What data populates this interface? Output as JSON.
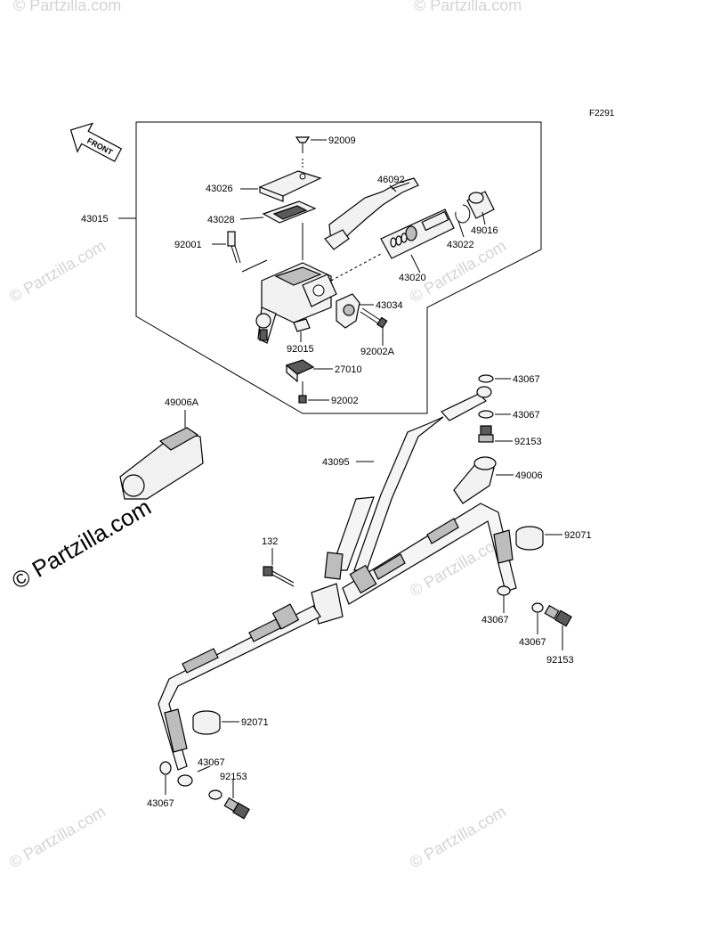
{
  "diagram": {
    "code": "F2291",
    "front_label": "FRONT",
    "watermark": "© Partzilla.com",
    "watermark_large": "© Partzilla.com",
    "part_labels": {
      "p92009": "92009",
      "p43026": "43026",
      "p46092": "46092",
      "p43015": "43015",
      "p43028": "43028",
      "p92001": "92001",
      "p49016": "49016",
      "p43022": "43022",
      "p43020": "43020",
      "p43034": "43034",
      "p92015": "92015",
      "p92002A": "92002A",
      "p27010": "27010",
      "p92002": "92002",
      "p49006A": "49006A",
      "p43067_a": "43067",
      "p43067_b": "43067",
      "p92153_a": "92153",
      "p43095": "43095",
      "p49006": "49006",
      "p132": "132",
      "p92071_a": "92071",
      "p43067_c": "43067",
      "p43067_d": "43067",
      "p92153_b": "92153",
      "p92071_b": "92071",
      "p43067_e": "43067",
      "p92153_c": "92153",
      "p43067_f": "43067"
    }
  }
}
